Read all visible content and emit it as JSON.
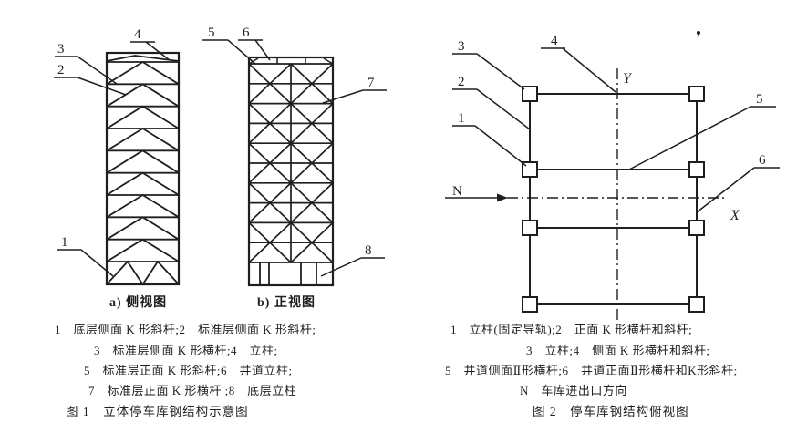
{
  "colors": {
    "ink": "#1f1f1f",
    "background": "#ffffff"
  },
  "figure1": {
    "caption_a": "a) 侧视图",
    "caption_b": "b) 正视图",
    "callouts": {
      "c1": "1",
      "c2": "2",
      "c3": "3",
      "c4": "4",
      "c5": "5",
      "c6": "6",
      "c7": "7",
      "c8": "8"
    },
    "legend": [
      "1　底层侧面 K 形斜杆;2　标准层侧面 K 形斜杆;",
      "3　标准层侧面 K 形横杆;4　立柱;",
      "5　标准层正面 K 形斜杆;6　井道立柱;",
      "7　标准层正面 K 形横杆 ;8　底层立柱"
    ],
    "caption": "图 1　立体停车库钢结构示意图"
  },
  "figure2": {
    "labels": {
      "north": "N",
      "axis_x": "X",
      "axis_y": "Y"
    },
    "callouts": {
      "c1": "1",
      "c2": "2",
      "c3": "3",
      "c4": "4",
      "c5": "5",
      "c6": "6"
    },
    "legend": [
      "1　立柱(固定导轨);2　正面 K 形横杆和斜杆;",
      "3　立柱;4　侧面 K 形横杆和斜杆;",
      "5　井道侧面Ⅱ形横杆;6　井道正面Ⅱ形横杆和K形斜杆;",
      "N　车库进出口方向"
    ],
    "caption": "图 2　停车库钢结构俯视图"
  }
}
